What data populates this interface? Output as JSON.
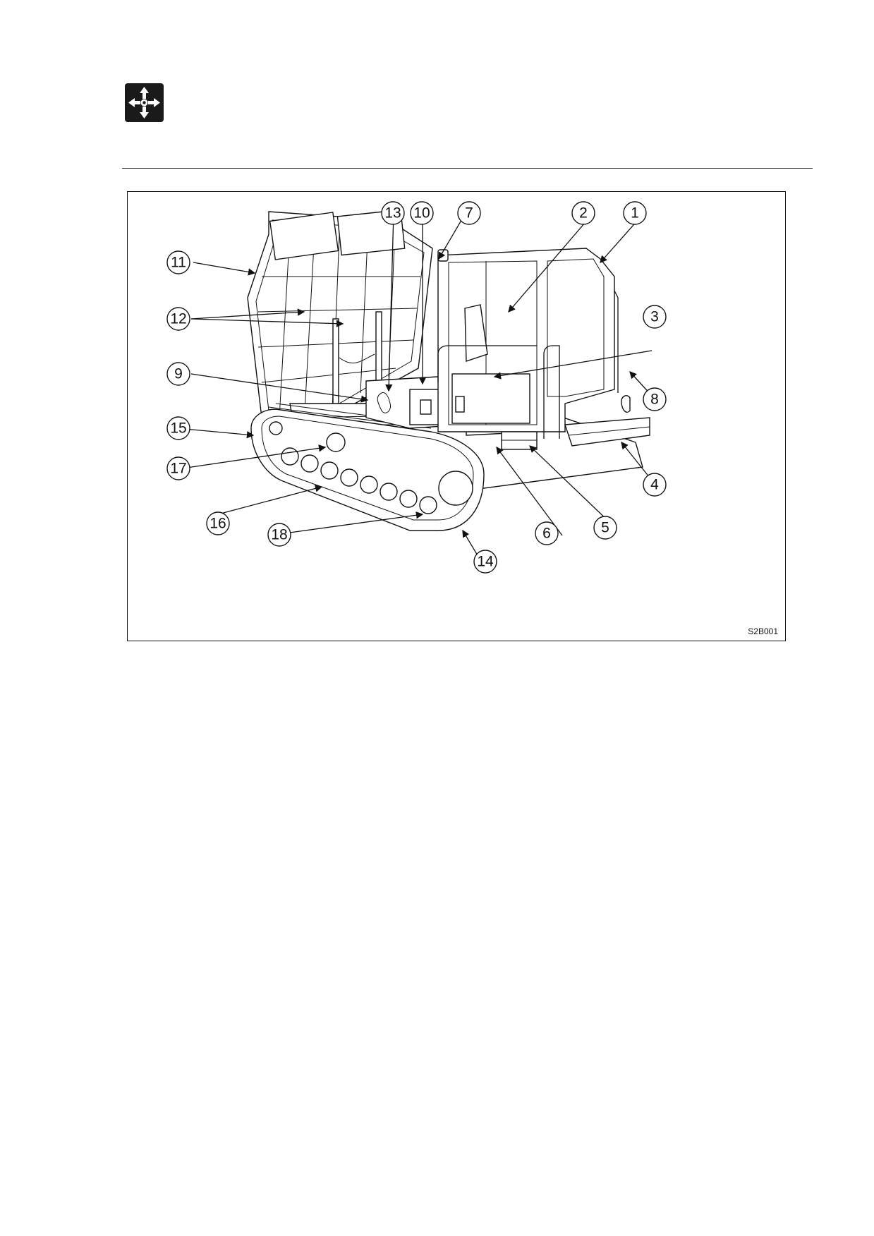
{
  "header": {
    "icon": "four-arrows-move-icon"
  },
  "figure": {
    "code": "S2B001",
    "callouts": [
      "1",
      "2",
      "3",
      "4",
      "5",
      "6",
      "7",
      "8",
      "9",
      "10",
      "11",
      "12",
      "13",
      "14",
      "15",
      "16",
      "17",
      "18"
    ]
  }
}
